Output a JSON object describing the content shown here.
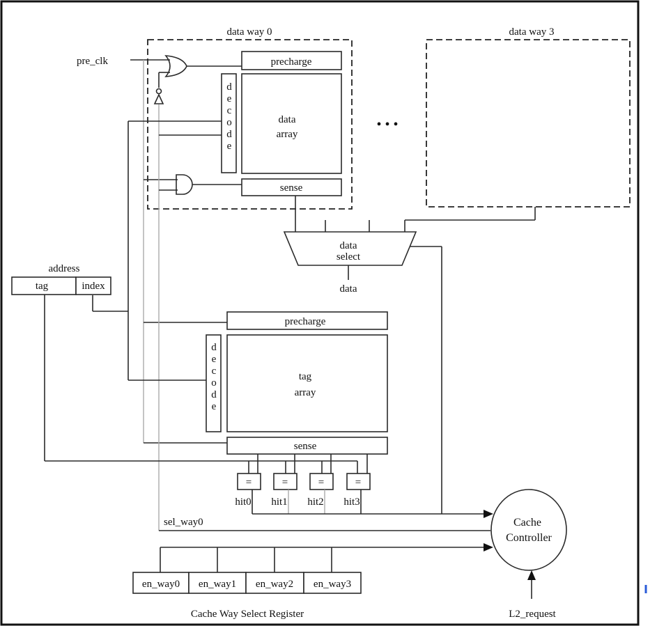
{
  "labels": {
    "data_way_0": "data way 0",
    "data_way_3": "data way 3",
    "pre_clk": "pre_clk",
    "precharge_data": "precharge",
    "decode_data": "decode",
    "data_array_l1": "data",
    "data_array_l2": "array",
    "sense_data": "sense",
    "ellipsis": "• • •",
    "data_select_l1": "data",
    "data_select_l2": "select",
    "data_out": "data",
    "address": "address",
    "tag": "tag",
    "index": "index",
    "precharge_tag": "precharge",
    "decode_tag": "decode",
    "tag_array_l1": "tag",
    "tag_array_l2": "array",
    "sense_tag": "sense",
    "comparators": [
      "=",
      "=",
      "=",
      "="
    ],
    "hits": [
      "hit0",
      "hit1",
      "hit2",
      "hit3"
    ],
    "sel_way0": "sel_way0",
    "cache_controller_l1": "Cache",
    "cache_controller_l2": "Controller",
    "en_ways": [
      "en_way0",
      "en_way1",
      "en_way2",
      "en_way3"
    ],
    "register_caption": "Cache Way Select Register",
    "l2_request": "L2_request"
  }
}
